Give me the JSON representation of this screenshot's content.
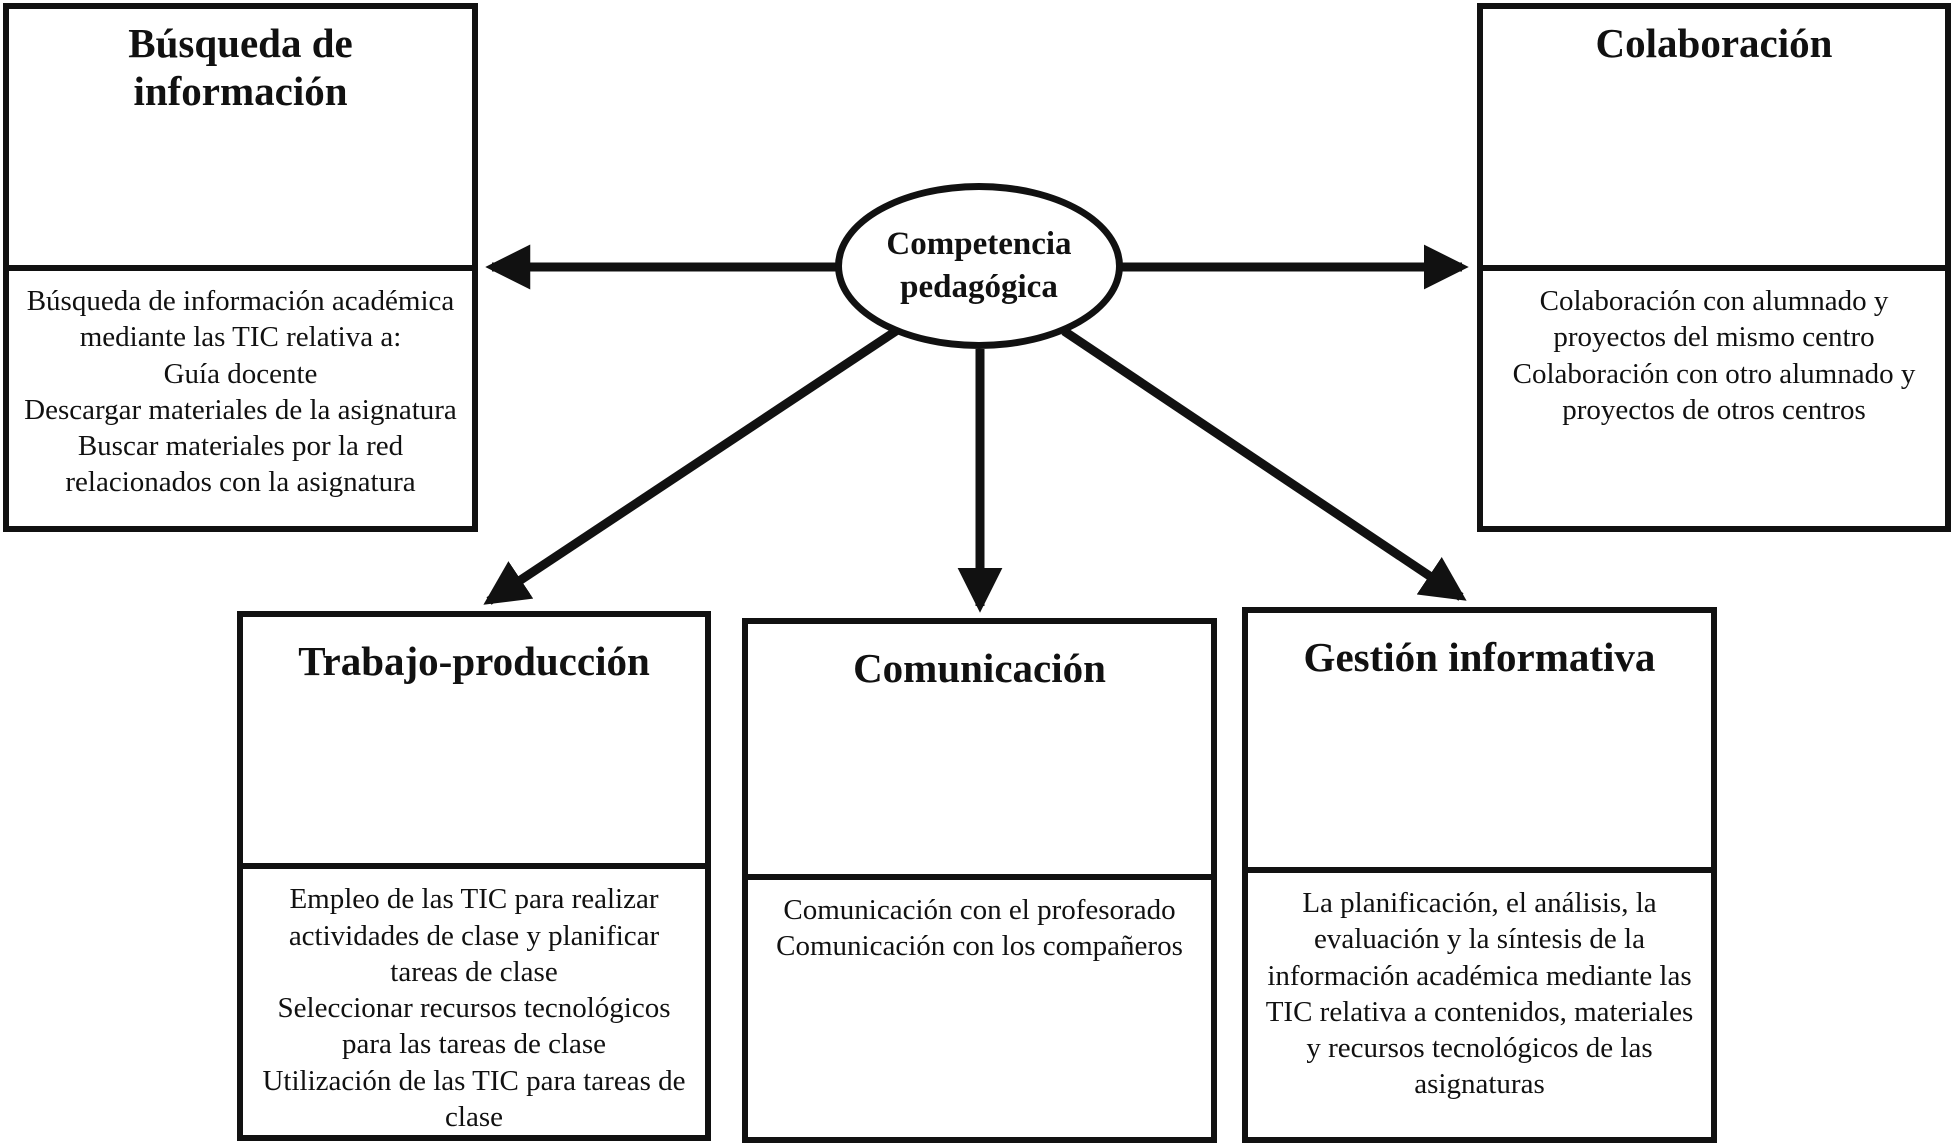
{
  "diagram": {
    "title": "Competencia pedagógica - mapa conceptual",
    "colors": {
      "line": "#111111",
      "text": "#111111",
      "background": "#ffffff"
    },
    "center_node": {
      "id": "competencia",
      "label": "Competencia\npedagógica"
    },
    "nodes": [
      {
        "id": "busqueda",
        "title": "Búsqueda de información",
        "body": "Búsqueda de información académica mediante las TIC relativa a:\nGuía docente\nDescargar materiales de la asignatura\nBuscar materiales por la red relacionados con la asignatura"
      },
      {
        "id": "colaboracion",
        "title": "Colaboración",
        "body": "Colaboración con alumnado y proyectos del mismo centro\nColaboración con otro alumnado y proyectos de otros centros"
      },
      {
        "id": "trabajo",
        "title": "Trabajo-producción",
        "body": "Empleo de las TIC para realizar actividades de clase y planificar tareas de clase\nSeleccionar recursos tecnológicos para las tareas de clase\nUtilización de las TIC para tareas de clase"
      },
      {
        "id": "comunicacion",
        "title": "Comunicación",
        "body": "Comunicación con el profesorado\nComunicación con los compañeros"
      },
      {
        "id": "gestion",
        "title": "Gestión informativa",
        "body": "La planificación, el análisis, la evaluación y la síntesis de la información académica mediante las TIC relativa a contenidos, materiales y recursos tecnológicos de las asignaturas"
      }
    ],
    "edges": [
      {
        "from": "competencia",
        "to": "busqueda"
      },
      {
        "from": "competencia",
        "to": "colaboracion"
      },
      {
        "from": "competencia",
        "to": "trabajo"
      },
      {
        "from": "competencia",
        "to": "comunicacion"
      },
      {
        "from": "competencia",
        "to": "gestion"
      }
    ]
  }
}
